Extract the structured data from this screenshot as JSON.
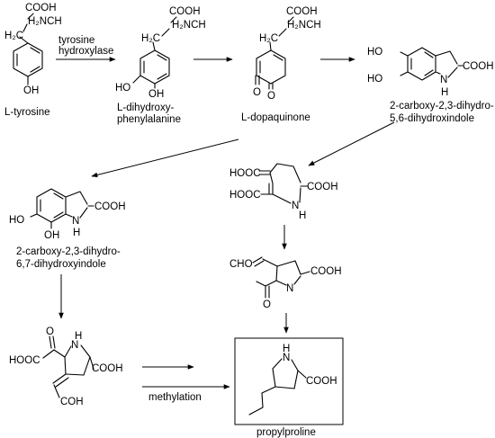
{
  "atoms": {
    "cooh": "COOH",
    "h2nch": "H₂NCH",
    "h2c": "H₂C",
    "oh": "OH",
    "ho": "HO",
    "o": "O",
    "nh": "N",
    "h": "H",
    "n": "N",
    "hooc": "HOOC",
    "cho": "CHO",
    "coh": "COH"
  },
  "compounds": {
    "tyrosine": "L-tyrosine",
    "ldopa_line1": "L-dihydroxy-",
    "ldopa_line2": "phenylalanine",
    "dopaquinone": "L-dopaquinone",
    "cdhi56_line1": "2-carboxy-2,3-dihydro-",
    "cdhi56_line2": "5,6-dihydroxindole",
    "cdhi67_line1": "2-carboxy-2,3-dihydro-",
    "cdhi67_line2": "6,7-dihydroxyindole",
    "propylproline": "propylproline"
  },
  "steps": {
    "enzyme_line1": "tyrosine",
    "enzyme_line2": "hydroxylase",
    "methylation": "methylation"
  }
}
